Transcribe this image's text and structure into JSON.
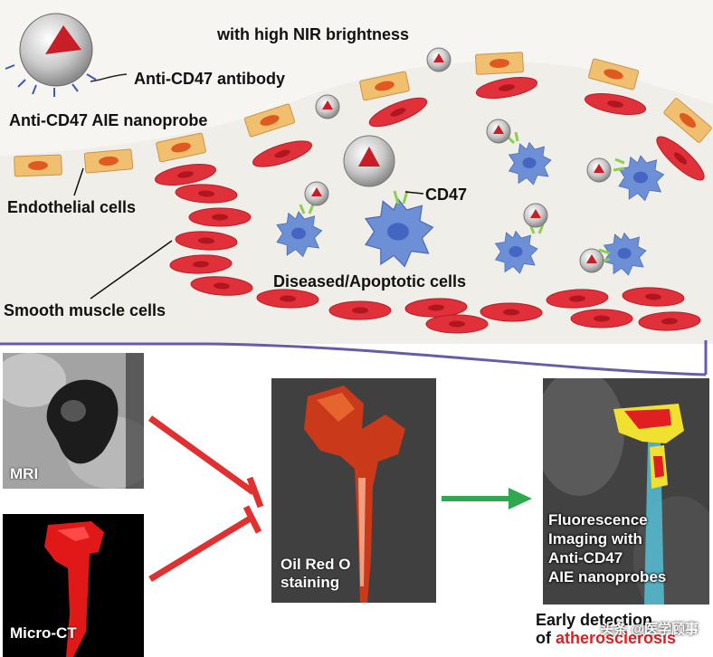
{
  "top_panel": {
    "header_text": "with high NIR brightness",
    "antibody_label": "Anti-CD47 antibody",
    "nanoprobe_label": "Anti-CD47 AIE nanoprobe",
    "endothelial_label": "Endothelial cells",
    "cd47_label": "CD47",
    "smooth_muscle_label": "Smooth muscle cells",
    "diseased_label": "Diseased/Apoptotic cells"
  },
  "bottom_panel": {
    "mri_label": "MRI",
    "microct_label": "Micro-CT",
    "oilred_label_line1": "Oil Red O",
    "oilred_label_line2": "staining",
    "fluor_line1": "Fluorescence",
    "fluor_line2": "Imaging with",
    "fluor_line3": "Anti-CD47",
    "fluor_line4": "AIE nanoprobes",
    "early_line1": "Early detection",
    "early_prefix": "of ",
    "early_highlight": "atherosclerosis",
    "watermark": "头条 @医学顾事"
  },
  "colors": {
    "endothelial": "#f0c070",
    "nucleus": "#e05a20",
    "smooth_muscle": "#e0303a",
    "macrophage": "#6d8fd6",
    "cd47": "#8ccf4e",
    "inhibit_arrow": "#e03030",
    "proceed_arrow": "#2fa84f",
    "divider": "#6a5aa8"
  }
}
